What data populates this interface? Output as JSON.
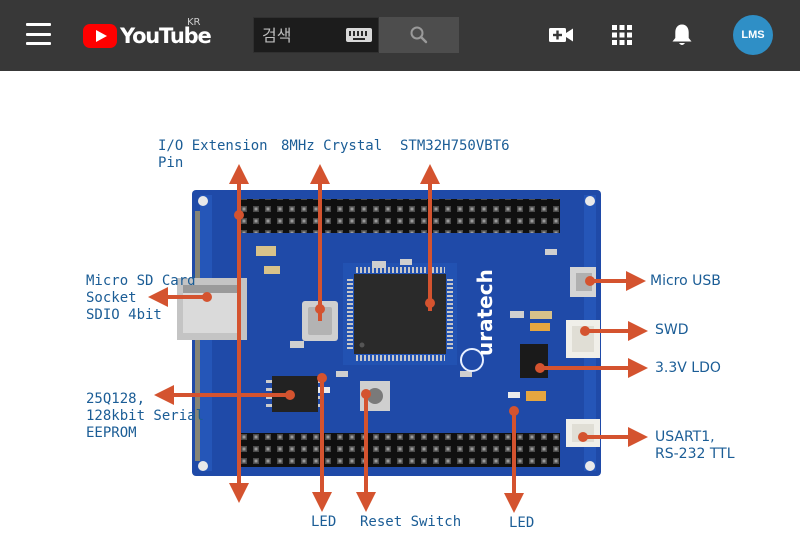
{
  "header": {
    "logo_text": "YouTube",
    "logo_region": "KR",
    "search_placeholder": "검색",
    "avatar_initials": "LMS"
  },
  "annotations": {
    "io_extension": "I/O Extension\nPin",
    "crystal": "8MHz Crystal",
    "mcu": "STM32H750VBT6",
    "sd_card": "Micro SD Card\nSocket\nSDIO 4bit",
    "eeprom": "25Q128,\n128kbit Serial\nEEPROM",
    "led_left": "LED",
    "reset_switch": "Reset Switch",
    "led_right": "LED",
    "micro_usb": "Micro USB",
    "swd": "SWD",
    "ldo": "3.3V LDO",
    "usart": "USART1,\nRS-232 TTL"
  },
  "board": {
    "silkscreen": "uratech"
  },
  "colors": {
    "topbar": "#383838",
    "board": "#1f4aa8",
    "arrow": "#d4532f",
    "label": "#1b5d96",
    "avatar": "#2f8fc6"
  }
}
